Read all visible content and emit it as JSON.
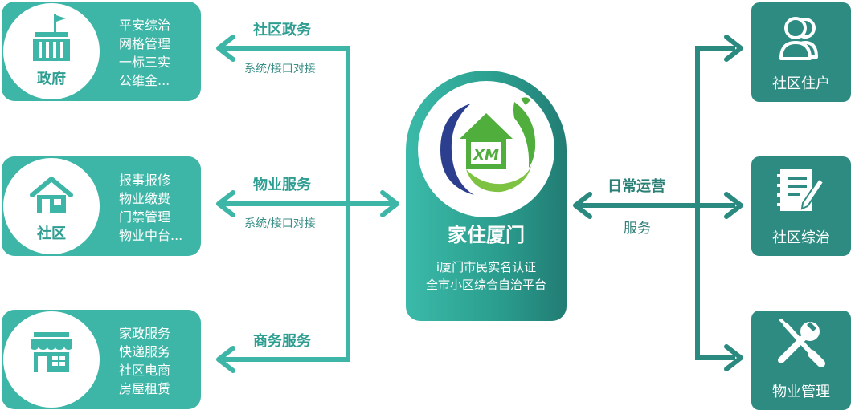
{
  "left_nodes": [
    {
      "name": "政府",
      "icon": "government-building-icon",
      "items": [
        "平安综治",
        "网格管理",
        "一标三实",
        "公维金..."
      ]
    },
    {
      "name": "社区",
      "icon": "house-icon",
      "items": [
        "报事报修",
        "物业缴费",
        "门禁管理",
        "物业中台..."
      ]
    },
    {
      "name": "",
      "icon": "shop-icon",
      "items": [
        "家政服务",
        "快递服务",
        "社区电商",
        "房屋租赁"
      ]
    }
  ],
  "connectors": [
    {
      "title": "社区政务",
      "subtitle": "系统/接口对接"
    },
    {
      "title": "物业服务",
      "subtitle": "系统/接口对接"
    },
    {
      "title": "商务服务",
      "subtitle": ""
    }
  ],
  "center": {
    "name": "家住厦门",
    "logo_text": "XM",
    "desc_line1": "i厦门市民实名认证",
    "desc_line2": "全市小区综合自治平台"
  },
  "right_link": {
    "title": "日常运营",
    "subtitle": "服务"
  },
  "right_nodes": [
    {
      "name": "社区住户",
      "icon": "users-icon"
    },
    {
      "name": "社区综治",
      "icon": "notebook-pen-icon"
    },
    {
      "name": "物业管理",
      "icon": "wrench-screwdriver-icon"
    }
  ],
  "colors": {
    "left": "#3eb6a7",
    "right": "#2d8b82",
    "line_left": "#3eb6a7",
    "line_right": "#2a8a80"
  }
}
